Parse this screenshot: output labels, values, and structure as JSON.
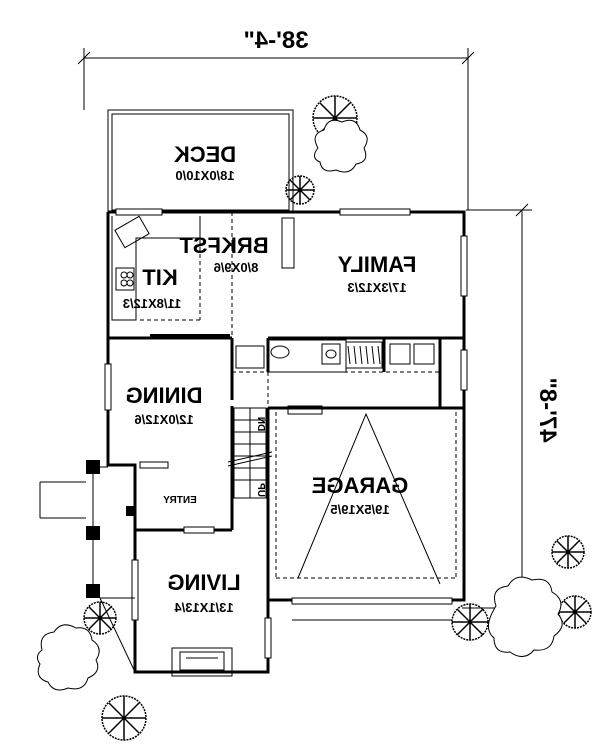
{
  "dimensions": {
    "width": "38'-4\"",
    "depth": "47'-8\""
  },
  "rooms": {
    "deck": {
      "name": "DECK",
      "size": "18/0X10/0"
    },
    "brkfst": {
      "name": "BRKFST",
      "size": "8/0X9/6"
    },
    "kit": {
      "name": "KIT",
      "size": "11/8X12/3"
    },
    "family": {
      "name": "FAMILY",
      "size": "17/3X12/3"
    },
    "dining": {
      "name": "DINING",
      "size": "12/0X12/6"
    },
    "garage": {
      "name": "GARAGE",
      "size": "19/5X19/5"
    },
    "entry": {
      "name": "ENTRY"
    },
    "living": {
      "name": "LIVING",
      "size": "13/1X13/4"
    }
  },
  "stairs": {
    "up": "UP",
    "down": "DN"
  }
}
